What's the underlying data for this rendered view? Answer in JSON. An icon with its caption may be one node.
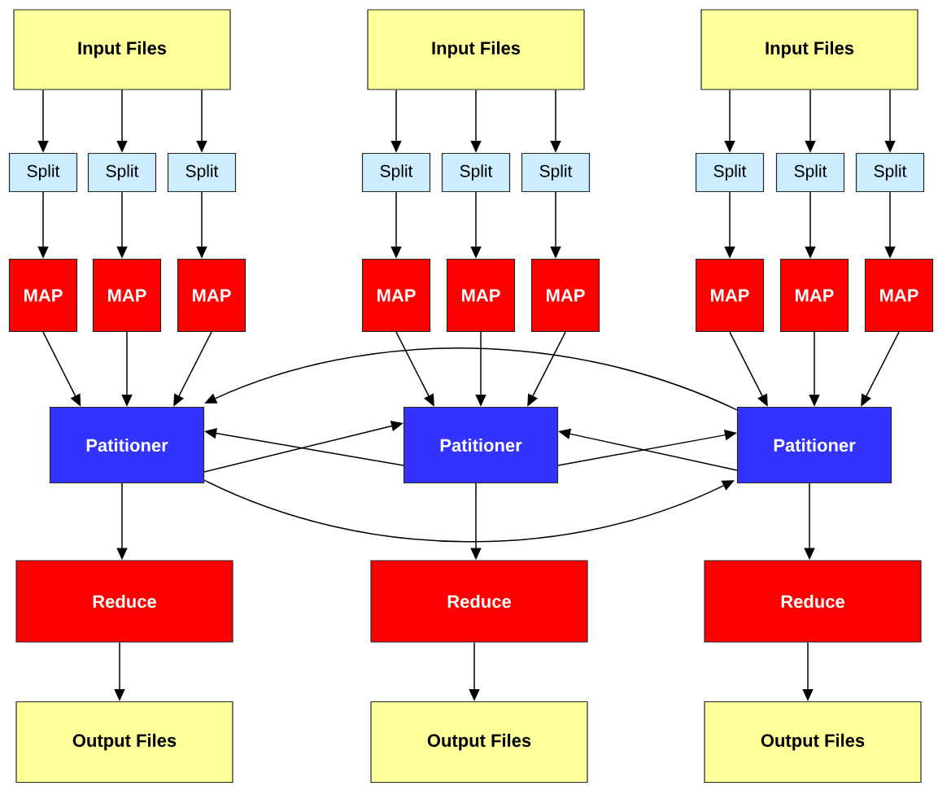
{
  "diagram": {
    "nodes": [
      {
        "text": [
          "Input Files"
        ]
      },
      {
        "text": [
          "Input Files"
        ]
      },
      {
        "text": [
          "Input Files"
        ]
      },
      {
        "text": [
          "Split"
        ]
      },
      {
        "text": [
          "Split"
        ]
      },
      {
        "text": [
          "Split"
        ]
      },
      {
        "text": [
          "Split"
        ]
      },
      {
        "text": [
          "Split"
        ]
      },
      {
        "text": [
          "Split"
        ]
      },
      {
        "text": [
          "Split"
        ]
      },
      {
        "text": [
          "Split"
        ]
      },
      {
        "text": [
          "Split"
        ]
      },
      {
        "text": [
          "MAP"
        ]
      },
      {
        "text": [
          "MAP"
        ]
      },
      {
        "text": [
          "MAP"
        ]
      },
      {
        "text": [
          "MAP"
        ]
      },
      {
        "text": [
          "MAP"
        ]
      },
      {
        "text": [
          "MAP"
        ]
      },
      {
        "text": [
          "MAP"
        ]
      },
      {
        "text": [
          "MAP"
        ]
      },
      {
        "text": [
          "MAP"
        ]
      },
      {
        "text": [
          "Patitioner"
        ]
      },
      {
        "text": [
          "Patitioner"
        ]
      },
      {
        "text": [
          "Patitioner"
        ]
      },
      {
        "text": [
          "Reduce"
        ]
      },
      {
        "text": [
          "Reduce"
        ]
      },
      {
        "text": [
          "Reduce"
        ]
      },
      {
        "text": [
          "Output Files"
        ]
      },
      {
        "text": [
          "Output Files"
        ]
      },
      {
        "text": [
          "Output Files"
        ]
      }
    ],
    "edges": [
      {
        "from": 0,
        "to": 3,
        "arrow": "to"
      },
      {
        "from": 0,
        "to": 4,
        "arrow": "to"
      },
      {
        "from": 0,
        "to": 5,
        "arrow": "to"
      },
      {
        "from": 1,
        "to": 6,
        "arrow": "to"
      },
      {
        "from": 1,
        "to": 7,
        "arrow": "to"
      },
      {
        "from": 1,
        "to": 8,
        "arrow": "to"
      },
      {
        "from": 2,
        "to": 9,
        "arrow": "to"
      },
      {
        "from": 2,
        "to": 10,
        "arrow": "to"
      },
      {
        "from": 2,
        "to": 11,
        "arrow": "to"
      },
      {
        "from": 3,
        "to": 12,
        "arrow": "to"
      },
      {
        "from": 4,
        "to": 13,
        "arrow": "to"
      },
      {
        "from": 5,
        "to": 14,
        "arrow": "to"
      },
      {
        "from": 6,
        "to": 15,
        "arrow": "to"
      },
      {
        "from": 7,
        "to": 16,
        "arrow": "to"
      },
      {
        "from": 8,
        "to": 17,
        "arrow": "to"
      },
      {
        "from": 9,
        "to": 18,
        "arrow": "to"
      },
      {
        "from": 10,
        "to": 19,
        "arrow": "to"
      },
      {
        "from": 11,
        "to": 20,
        "arrow": "to"
      },
      {
        "from": 12,
        "to": 21,
        "arrow": "to"
      },
      {
        "from": 13,
        "to": 21,
        "arrow": "to"
      },
      {
        "from": 14,
        "to": 21,
        "arrow": "to"
      },
      {
        "from": 15,
        "to": 22,
        "arrow": "to"
      },
      {
        "from": 16,
        "to": 22,
        "arrow": "to"
      },
      {
        "from": 17,
        "to": 22,
        "arrow": "to"
      },
      {
        "from": 18,
        "to": 23,
        "arrow": "to"
      },
      {
        "from": 19,
        "to": 23,
        "arrow": "to"
      },
      {
        "from": 20,
        "to": 23,
        "arrow": "to"
      },
      {
        "from": 22,
        "to": 21,
        "arrow": "to"
      },
      {
        "from": 21,
        "to": 22,
        "arrow": "to"
      },
      {
        "from": 23,
        "to": 22,
        "arrow": "to"
      },
      {
        "from": 22,
        "to": 23,
        "arrow": "to"
      },
      {
        "from": 23,
        "to": 21,
        "arrow": "to"
      },
      {
        "from": 21,
        "to": 23,
        "arrow": "to"
      },
      {
        "from": 21,
        "to": 24,
        "arrow": "to"
      },
      {
        "from": 22,
        "to": 25,
        "arrow": "to"
      },
      {
        "from": 23,
        "to": 26,
        "arrow": "to"
      },
      {
        "from": 24,
        "to": 27,
        "arrow": "to"
      },
      {
        "from": 25,
        "to": 28,
        "arrow": "to"
      },
      {
        "from": 26,
        "to": 29,
        "arrow": "to"
      }
    ]
  }
}
